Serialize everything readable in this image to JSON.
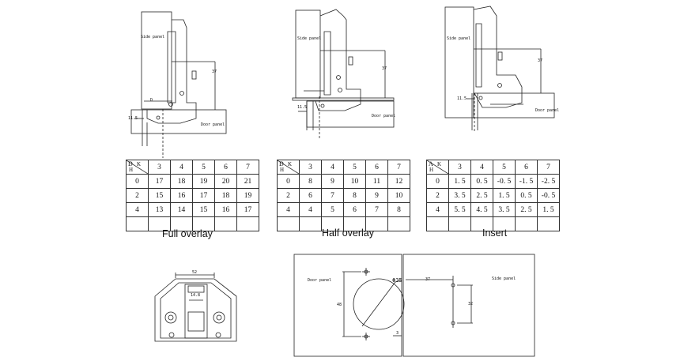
{
  "diagrams": {
    "full_overlay": {
      "side_label": "Side panel",
      "door_label": "Door panel",
      "dim_37": "37",
      "dim_d": "D",
      "dim_k": "11.5"
    },
    "half_overlay": {
      "side_label": "Side panel",
      "door_label": "Door panel",
      "dim_37": "37",
      "dim_k": "11.5"
    },
    "insert": {
      "side_label": "Side panel",
      "door_label": "Door panel",
      "dim_37": "37",
      "dim_k": "11.5"
    }
  },
  "tables": {
    "full_overlay": {
      "corner_top": "D",
      "corner_bottom": "H",
      "corner_right": "K",
      "columns": [
        "3",
        "4",
        "5",
        "6",
        "7"
      ],
      "rows": [
        {
          "h": "0",
          "values": [
            "17",
            "18",
            "19",
            "20",
            "21"
          ]
        },
        {
          "h": "2",
          "values": [
            "15",
            "16",
            "17",
            "18",
            "19"
          ]
        },
        {
          "h": "4",
          "values": [
            "13",
            "14",
            "15",
            "16",
            "17"
          ]
        },
        {
          "h": "",
          "values": [
            "",
            "",
            "",
            "",
            ""
          ]
        }
      ],
      "caption": "Full overlay"
    },
    "half_overlay": {
      "corner_top": "D",
      "corner_bottom": "H",
      "corner_right": "K",
      "columns": [
        "3",
        "4",
        "5",
        "6",
        "7"
      ],
      "rows": [
        {
          "h": "0",
          "values": [
            "8",
            "9",
            "10",
            "11",
            "12"
          ]
        },
        {
          "h": "2",
          "values": [
            "6",
            "7",
            "8",
            "9",
            "10"
          ]
        },
        {
          "h": "4",
          "values": [
            "4",
            "5",
            "6",
            "7",
            "8"
          ]
        },
        {
          "h": "",
          "values": [
            "",
            "",
            "",
            "",
            ""
          ]
        }
      ],
      "caption": "Half overlay"
    },
    "insert": {
      "corner_top": "A",
      "corner_bottom": "H",
      "corner_right": "K",
      "columns": [
        "3",
        "4",
        "5",
        "6",
        "7"
      ],
      "rows": [
        {
          "h": "0",
          "values": [
            "1. 5",
            "0. 5",
            "-0. 5",
            "-1. 5",
            "-2. 5"
          ]
        },
        {
          "h": "2",
          "values": [
            "3. 5",
            "2. 5",
            "1. 5",
            "0. 5",
            "-0. 5"
          ]
        },
        {
          "h": "4",
          "values": [
            "5. 5",
            "4. 5",
            "3. 5",
            "2. 5",
            "1. 5"
          ]
        },
        {
          "h": "",
          "values": [
            "",
            "",
            "",
            "",
            ""
          ]
        }
      ],
      "caption": "Insert"
    }
  },
  "hinge": {
    "dim_width": "52",
    "dim_inner": "14.8"
  },
  "drilling": {
    "door_label": "Door panel",
    "cup_diameter": "Φ35",
    "dim_vertical": "48",
    "dim_edge": "3",
    "side_label": "Side panel",
    "dim_side_offset": "37",
    "dim_side_spacing": "32"
  }
}
